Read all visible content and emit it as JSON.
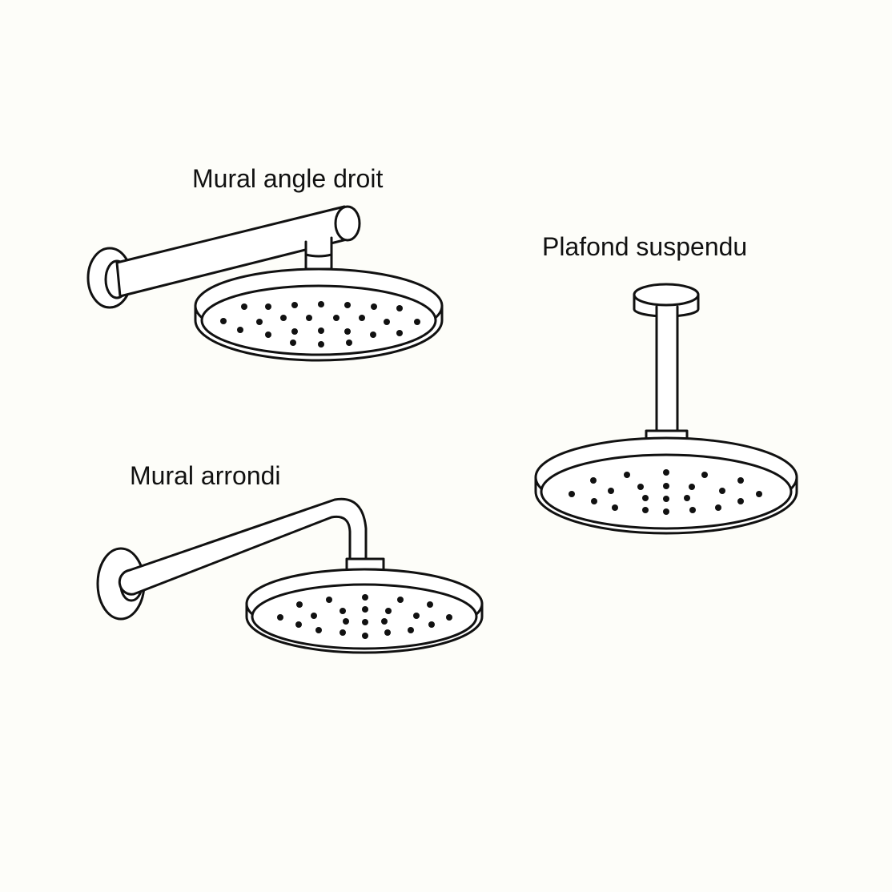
{
  "labels": {
    "wall_straight": "Mural angle droit",
    "ceiling": "Plafond suspendu",
    "wall_curved": "Mural arrondi"
  },
  "colors": {
    "background": "#fdfdf9",
    "line": "#111111",
    "fill": "#ffffff"
  },
  "icons": {
    "wall_straight": "wall-mount-straight-arm-shower-head-icon",
    "ceiling": "ceiling-mount-shower-head-icon",
    "wall_curved": "wall-mount-curved-arm-shower-head-icon"
  }
}
